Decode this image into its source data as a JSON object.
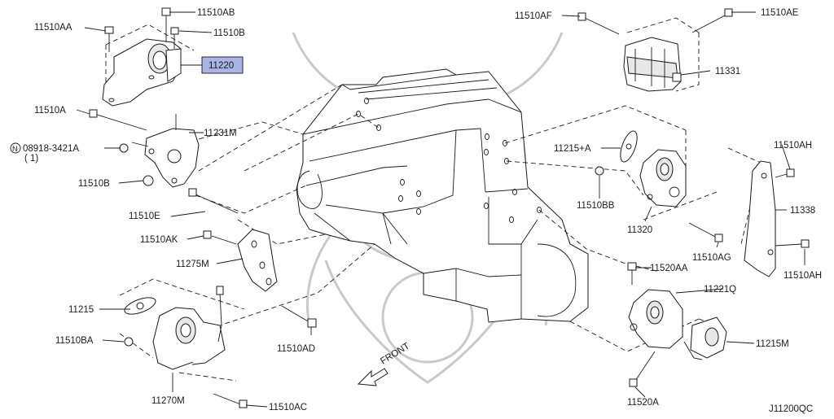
{
  "diagram": {
    "diagram_code": "J11200QC",
    "front_label": "FRONT",
    "parts": [
      {
        "id": "p-11510AA",
        "text": "11510AA"
      },
      {
        "id": "p-11510AB",
        "text": "11510AB"
      },
      {
        "id": "p-11510B-top",
        "text": "11510B"
      },
      {
        "id": "p-11220",
        "text": "11220",
        "highlighted": true
      },
      {
        "id": "p-11510A",
        "text": "11510A"
      },
      {
        "id": "p-11231M",
        "text": "11231M"
      },
      {
        "id": "p-nut-symbol",
        "text": "N"
      },
      {
        "id": "p-08918",
        "text": "08918-3421A"
      },
      {
        "id": "p-qty",
        "text": "( 1)"
      },
      {
        "id": "p-11510B-low",
        "text": "11510B"
      },
      {
        "id": "p-11510E",
        "text": "11510E"
      },
      {
        "id": "p-11510AK",
        "text": "11510AK"
      },
      {
        "id": "p-11275M",
        "text": "11275M"
      },
      {
        "id": "p-11215",
        "text": "11215"
      },
      {
        "id": "p-11510BA",
        "text": "11510BA"
      },
      {
        "id": "p-11510AD",
        "text": "11510AD"
      },
      {
        "id": "p-11270M",
        "text": "11270M"
      },
      {
        "id": "p-11510AC",
        "text": "11510AC"
      },
      {
        "id": "p-11510AF",
        "text": "11510AF"
      },
      {
        "id": "p-11510AE",
        "text": "11510AE"
      },
      {
        "id": "p-11331",
        "text": "11331"
      },
      {
        "id": "p-11215A",
        "text": "11215+A"
      },
      {
        "id": "p-11510BB",
        "text": "11510BB"
      },
      {
        "id": "p-11320",
        "text": "11320"
      },
      {
        "id": "p-11510AH-top",
        "text": "11510AH"
      },
      {
        "id": "p-11338",
        "text": "11338"
      },
      {
        "id": "p-11510AG",
        "text": "11510AG"
      },
      {
        "id": "p-11510AH-low",
        "text": "11510AH"
      },
      {
        "id": "p-11520AA",
        "text": "11520AA"
      },
      {
        "id": "p-11221Q",
        "text": "11221Q"
      },
      {
        "id": "p-11215M",
        "text": "11215M"
      },
      {
        "id": "p-11520A",
        "text": "11520A"
      }
    ]
  },
  "colors": {
    "highlight": "#aab4e6",
    "ink": "#1a1a1a",
    "watermark": "#c9c9c9"
  }
}
